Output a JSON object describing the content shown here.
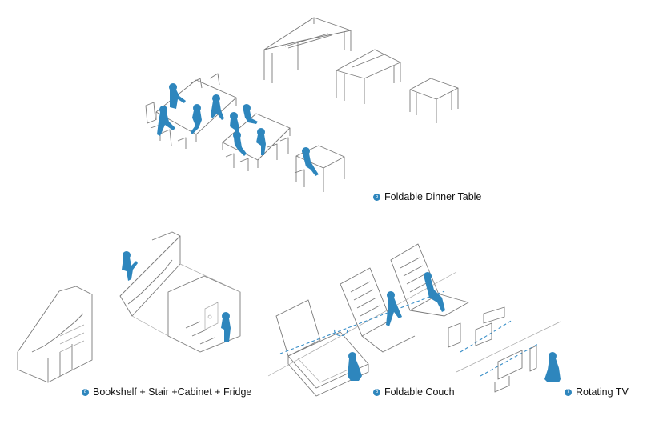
{
  "captions": [
    {
      "num": "5",
      "label": "Foldable Dinner Table"
    },
    {
      "num": "8",
      "label": "Bookshelf + Stair +Cabinet + Fridge"
    },
    {
      "num": "6",
      "label": "Foldable Couch"
    },
    {
      "num": "7",
      "label": "Rotating TV"
    }
  ],
  "colors": {
    "figure": "#2e86bd",
    "line": "#7a7a7a",
    "accent_dash": "#3a8fc8"
  }
}
